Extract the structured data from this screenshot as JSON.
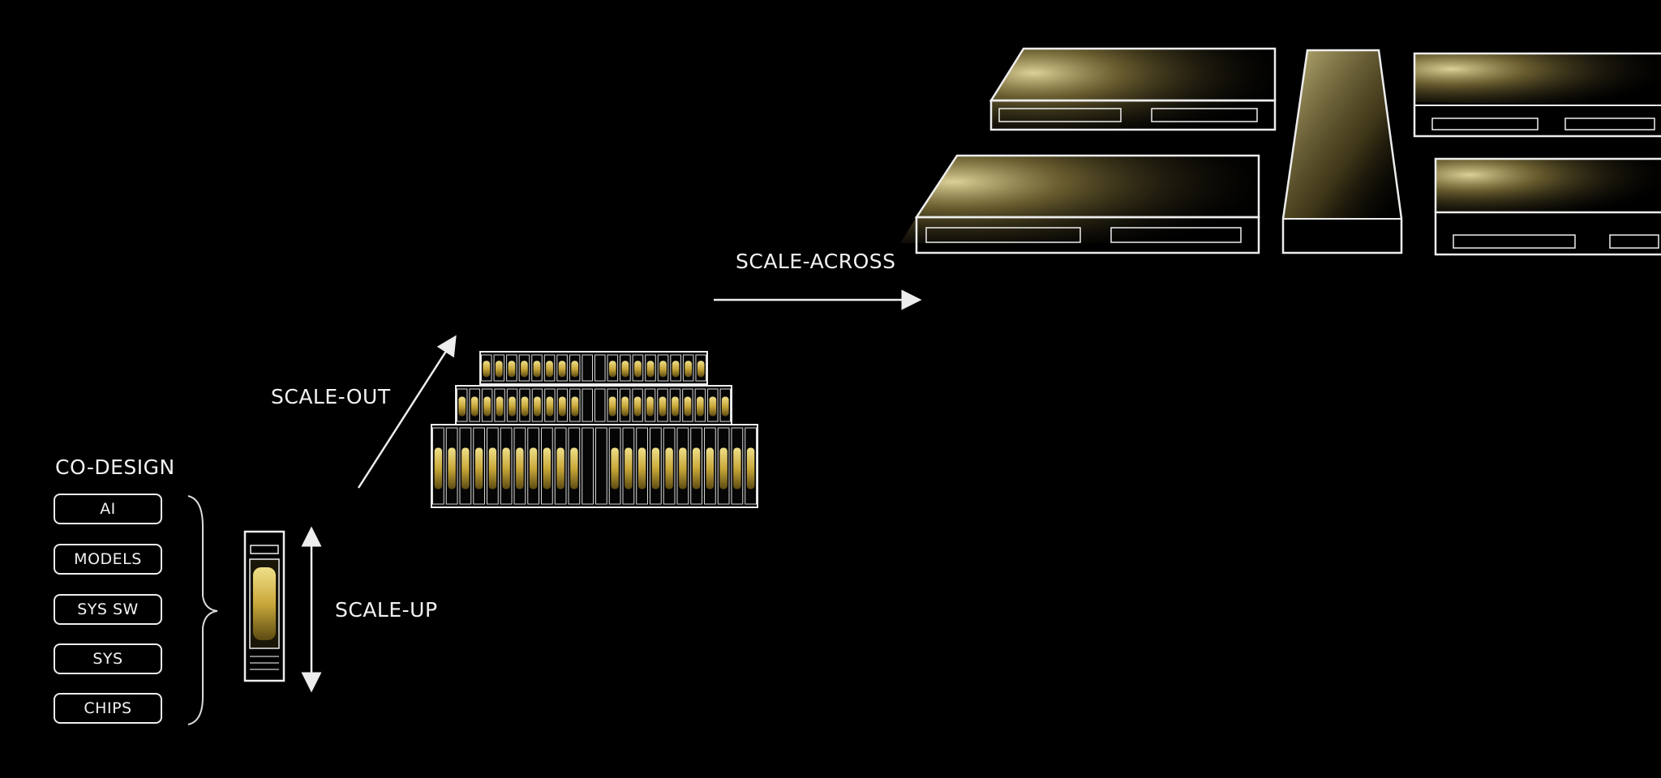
{
  "codesign": {
    "title": "CO-DESIGN",
    "layers": [
      "AI",
      "MODELS",
      "SYS SW",
      "SYS",
      "CHIPS"
    ]
  },
  "scale_up": {
    "label": "SCALE-UP"
  },
  "scale_out": {
    "label": "SCALE-OUT"
  },
  "scale_across": {
    "label": "SCALE-ACROSS"
  },
  "colors": {
    "background": "#000000",
    "stroke": "#ededed",
    "accent": "#c9b15a"
  }
}
